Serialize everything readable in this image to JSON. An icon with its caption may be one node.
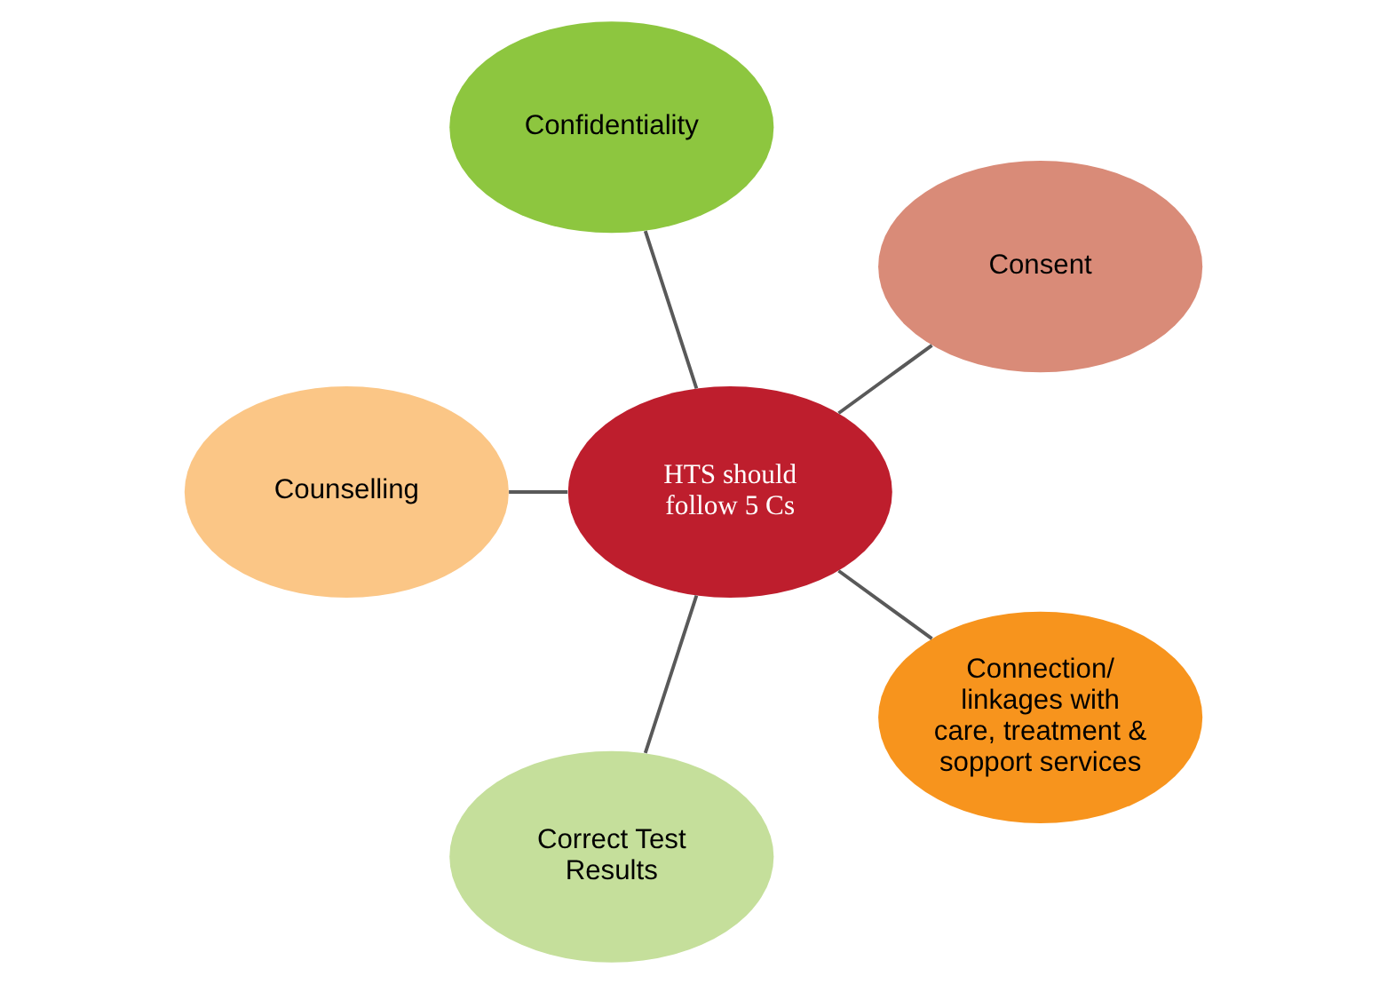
{
  "diagram": {
    "nodes": [
      {
        "text": [
          "HTS should follow 5 Cs"
        ]
      },
      {
        "text": [
          "Consent"
        ]
      },
      {
        "text": [
          "Confidentiality"
        ]
      },
      {
        "text": [
          "Counselling"
        ]
      },
      {
        "text": [
          "Correct Test Results"
        ]
      },
      {
        "text": [
          "Connection/ linkages with care, treatment & sopport services"
        ]
      }
    ],
    "edges": [
      {
        "from": 0,
        "to": 1,
        "arrow": "none"
      },
      {
        "from": 0,
        "to": 2,
        "arrow": "none"
      },
      {
        "from": 0,
        "to": 3,
        "arrow": "none"
      },
      {
        "from": 0,
        "to": 4,
        "arrow": "none"
      },
      {
        "from": 0,
        "to": 5,
        "arrow": "none"
      }
    ]
  }
}
